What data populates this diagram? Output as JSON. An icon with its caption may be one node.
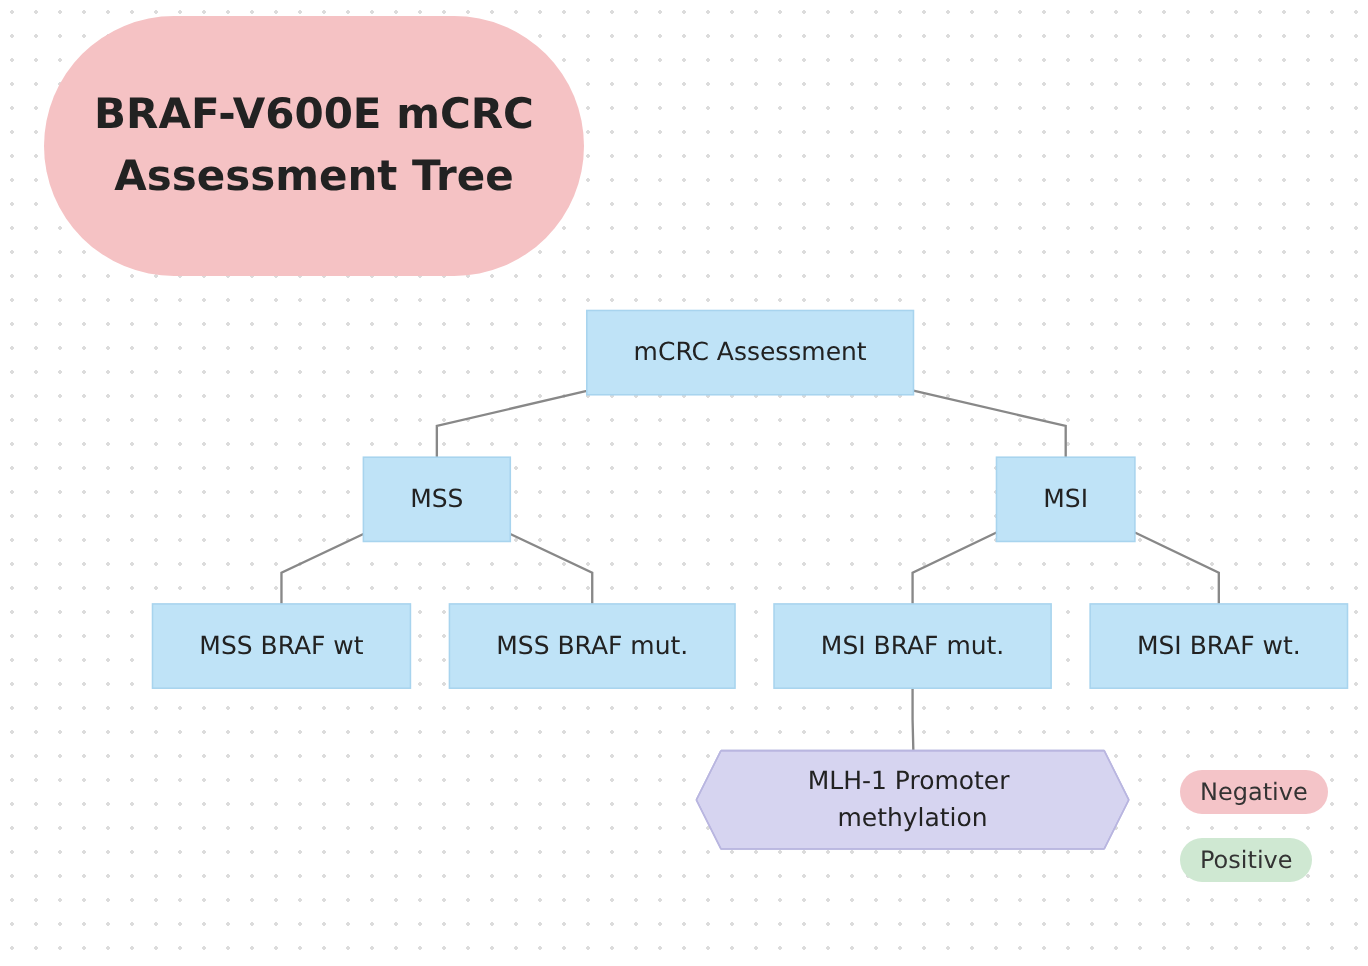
{
  "diagram": {
    "title": "BRAF-V600E mCRC Assessment Tree",
    "nodes": [
      {
        "text": [
          "mCRC Assessment"
        ]
      },
      {
        "text": [
          "MSS"
        ]
      },
      {
        "text": [
          "MSI"
        ]
      },
      {
        "text": [
          "MSS BRAF wt"
        ]
      },
      {
        "text": [
          "MSS BRAF mut."
        ]
      },
      {
        "text": [
          "MSI BRAF mut."
        ]
      },
      {
        "text": [
          "MSI BRAF wt."
        ]
      },
      {
        "text": [
          "MLH-1 Promoter methylation"
        ]
      }
    ],
    "edges": [
      {
        "from": 0,
        "to": 1,
        "arrow": "none"
      },
      {
        "from": 0,
        "to": 2,
        "arrow": "none"
      },
      {
        "from": 1,
        "to": 3,
        "arrow": "none"
      },
      {
        "from": 1,
        "to": 4,
        "arrow": "none"
      },
      {
        "from": 2,
        "to": 5,
        "arrow": "none"
      },
      {
        "from": 2,
        "to": 6,
        "arrow": "none"
      },
      {
        "from": 5,
        "to": 7,
        "arrow": "none"
      }
    ],
    "legend": [
      {
        "text": "Negative",
        "color": "#f4c4c8"
      },
      {
        "text": "Positive",
        "color": "#cfe8d2"
      }
    ]
  }
}
